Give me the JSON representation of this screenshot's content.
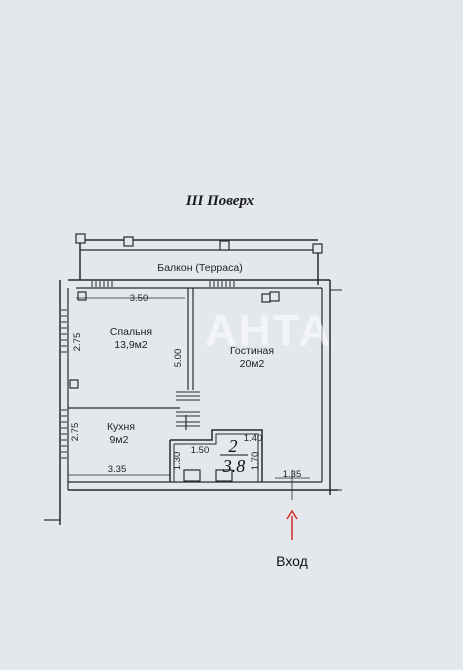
{
  "title": "III Поверх",
  "balcony_label": "Балкон (Терраса)",
  "rooms": {
    "bedroom": {
      "name": "Спальня",
      "area": "13,9м2"
    },
    "living": {
      "name": "Гостиная",
      "area": "20м2"
    },
    "kitchen": {
      "name": "Кухня",
      "area": "9м2"
    },
    "bath": {
      "number": "2",
      "area": "3.8"
    }
  },
  "dimensions": {
    "top_bedroom": "3.50",
    "left_bedroom": "2.75",
    "left_kitchen": "2.75",
    "partition": "5.00",
    "bottom_kitchen": "3.35",
    "bath_left": "1.30",
    "bath_width": "1.50",
    "bath_top": "1.40",
    "bath_right": "1.70",
    "entrance_width": "1.35"
  },
  "entrance_label": "Вход",
  "watermark": "АНТА",
  "colors": {
    "background": "#e4e8ec",
    "line": "#2a2a2a",
    "arrow": "#d22a2a"
  }
}
